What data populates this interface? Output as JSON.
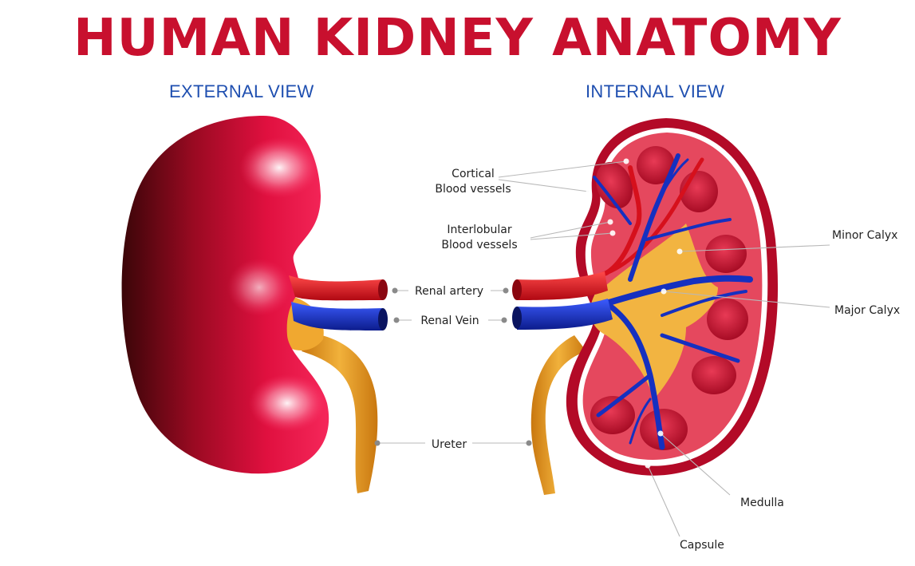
{
  "title": "HUMAN KIDNEY ANATOMY",
  "headings": {
    "external": "EXTERNAL VIEW",
    "internal": "INTERNAL VIEW"
  },
  "labels": {
    "cortical_line1": "Cortical",
    "cortical_line2": "Blood vessels",
    "interlobular_line1": "Interlobular",
    "interlobular_line2": "Blood vessels",
    "renal_artery": "Renal artery",
    "renal_vein": "Renal Vein",
    "ureter": "Ureter",
    "minor_calyx": "Minor Calyx",
    "major_calyx": "Major Calyx",
    "medulla": "Medulla",
    "capsule": "Capsule"
  },
  "colors": {
    "title": "#c8102e",
    "heading": "#1f4fb0",
    "kidney": "#e0103f",
    "artery": "#d6101c",
    "vein": "#1530c0",
    "ureter": "#e9a52f"
  }
}
